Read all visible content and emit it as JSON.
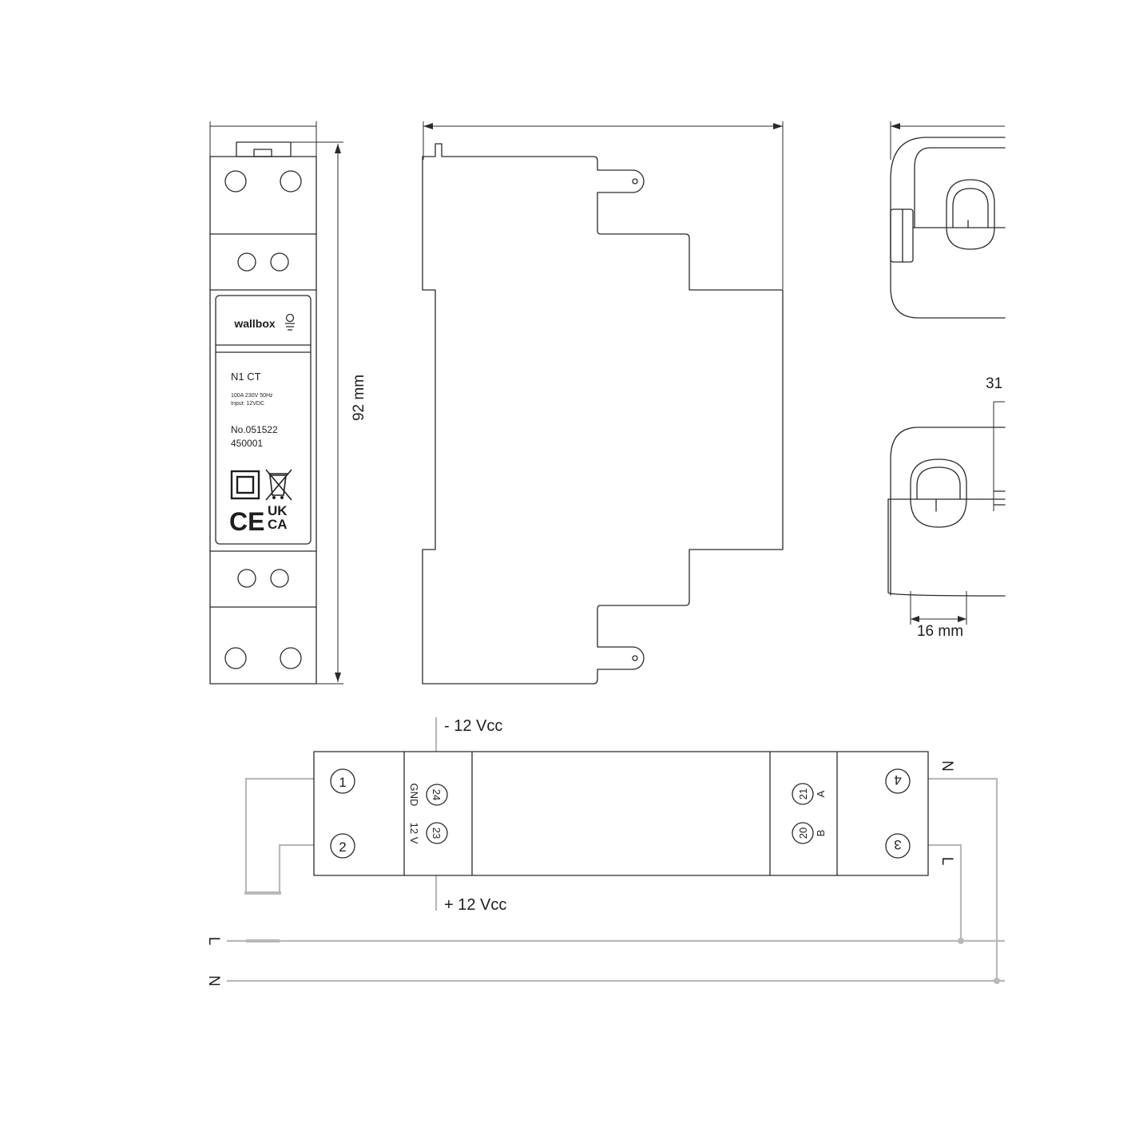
{
  "colors": {
    "line": "#2a2a2a",
    "wire": "#b9b9b9",
    "text": "#1e1e1e",
    "background": "#ffffff"
  },
  "dimensions": {
    "height": "92 mm",
    "clamp_width": "16 mm",
    "clamp_depth_partial": "31"
  },
  "device_label": {
    "brand": "wallbox",
    "model": "N1 CT",
    "rating": "100A 230V 50Hz",
    "input": "Input: 12VDC",
    "number": "No.051522",
    "serial": "450001",
    "mark_ce": "CE",
    "mark_ukca_top": "UK",
    "mark_ukca_bottom": "CA"
  },
  "wiring": {
    "neg_supply": "- 12 Vcc",
    "pos_supply": "+ 12 Vcc",
    "terminal_1": "1",
    "terminal_2": "2",
    "terminal_3": "3",
    "terminal_4": "4",
    "terminal_20": "20",
    "terminal_21": "21",
    "terminal_23": "23",
    "terminal_24": "24",
    "label_gnd": "GND",
    "label_12v": "12 V",
    "label_a": "A",
    "label_b": "B",
    "label_n_right": "N",
    "label_l_right": "L",
    "label_l_bus": "L",
    "label_n_bus": "N"
  }
}
